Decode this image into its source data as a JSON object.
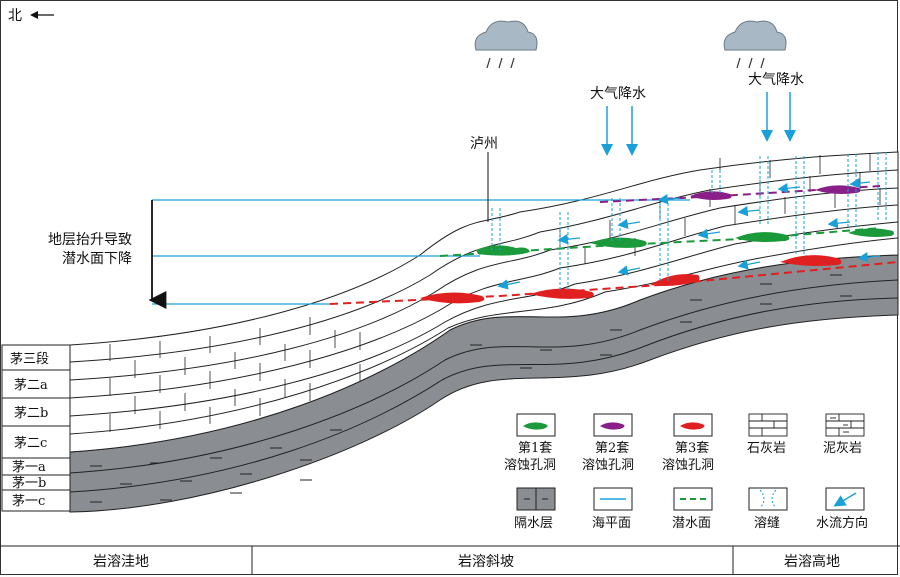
{
  "north": {
    "label": "北"
  },
  "annotations": {
    "luzhou": "泸州",
    "rain_left": "大气降水",
    "rain_right": "大气降水",
    "watertable_drop_line1": "地层抬升导致",
    "watertable_drop_line2": "潜水面下降"
  },
  "strata": [
    "茅三段",
    "茅二a",
    "茅二b",
    "茅二c",
    "茅一a",
    "茅一b",
    "茅一c"
  ],
  "legend": [
    {
      "label1": "第1套",
      "label2": "溶蚀孔洞",
      "icon": "green-cave-icon",
      "color": "#1a9a3a"
    },
    {
      "label1": "第2套",
      "label2": "溶蚀孔洞",
      "icon": "purple-cave-icon",
      "color": "#8a1f8a"
    },
    {
      "label1": "第3套",
      "label2": "溶蚀孔洞",
      "icon": "red-cave-icon",
      "color": "#e02020"
    },
    {
      "label1": "石灰岩",
      "label2": "",
      "icon": "limestone-icon"
    },
    {
      "label1": "泥灰岩",
      "label2": "",
      "icon": "marl-icon"
    },
    {
      "label1": "隔水层",
      "label2": "",
      "icon": "aquitard-icon"
    },
    {
      "label1": "海平面",
      "label2": "",
      "icon": "sea-level-icon"
    },
    {
      "label1": "潜水面",
      "label2": "",
      "icon": "water-table-icon"
    },
    {
      "label1": "溶缝",
      "label2": "",
      "icon": "dissolution-fracture-icon"
    },
    {
      "label1": "水流方向",
      "label2": "",
      "icon": "flow-direction-icon"
    }
  ],
  "zones": [
    "岩溶洼地",
    "岩溶斜坡",
    "岩溶高地"
  ],
  "colors": {
    "water": "#1aa0d8",
    "aquitard": "#8a8e93",
    "cloud": "#a8b8c4"
  }
}
